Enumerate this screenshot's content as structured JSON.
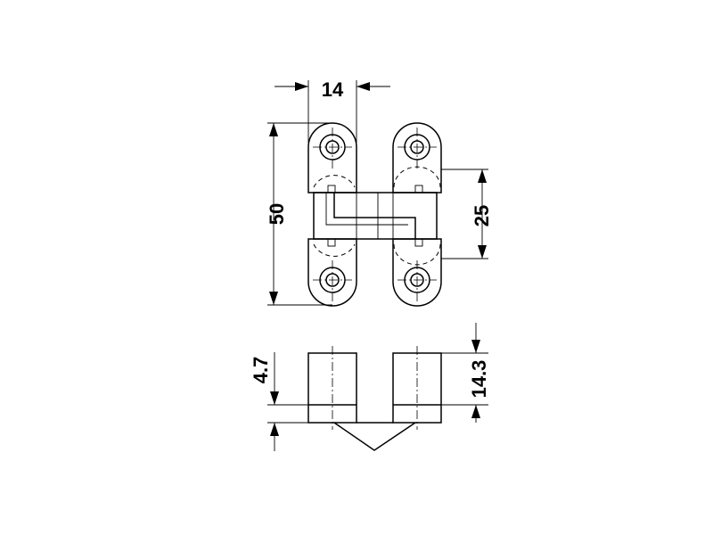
{
  "dimensions": {
    "width_top": "14",
    "height_overall": "50",
    "hole_spacing": "25",
    "depth_plate": "4.7",
    "depth_total": "14.3"
  },
  "colors": {
    "line": "#000000",
    "body_fill": "#e8e8e8",
    "background": "#ffffff"
  }
}
